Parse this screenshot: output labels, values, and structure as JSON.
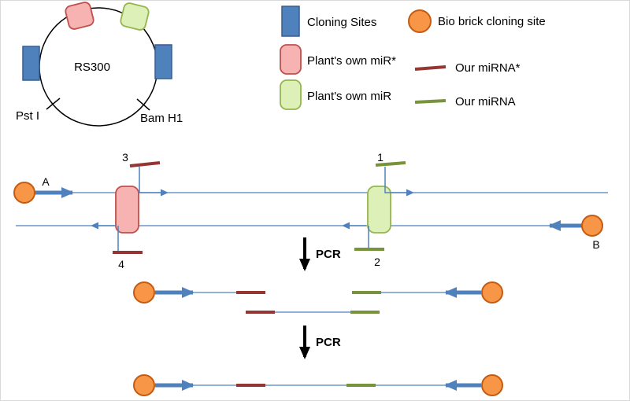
{
  "plasmid": {
    "name": "RS300",
    "restriction_site_left": "Pst I",
    "restriction_site_right": "Bam H1"
  },
  "legend": {
    "cloning_sites_label": "Cloning Sites",
    "bio_brick_label": "Bio brick cloning site",
    "plant_mir_star_label": "Plant's own miR*",
    "our_mirna_star_label": "Our miRNA*",
    "plant_mir_label": "Plant's own miR",
    "our_mirna_label": "Our miRNA"
  },
  "primers": {
    "a": "A",
    "b": "B",
    "p1": "1",
    "p2": "2",
    "p3": "3",
    "p4": "4"
  },
  "steps": {
    "pcr1": "PCR",
    "pcr2": "PCR"
  },
  "colors": {
    "cloning_site_blue": "#4F81BD",
    "cloning_site_blue_border": "#385D8A",
    "bio_brick_orange": "#F79646",
    "bio_brick_orange_border": "#C55A11",
    "plant_mir_star_pink": "#F7B2B2",
    "plant_mir_star_pink_border": "#C0504D",
    "plant_mir_green": "#DCF0B8",
    "plant_mir_green_border": "#94B64E",
    "our_mirna_star_red": "#943634",
    "our_mirna_olive": "#77933C",
    "strand_blue": "#4F81BD",
    "pcr_arrow_black": "#000000"
  }
}
